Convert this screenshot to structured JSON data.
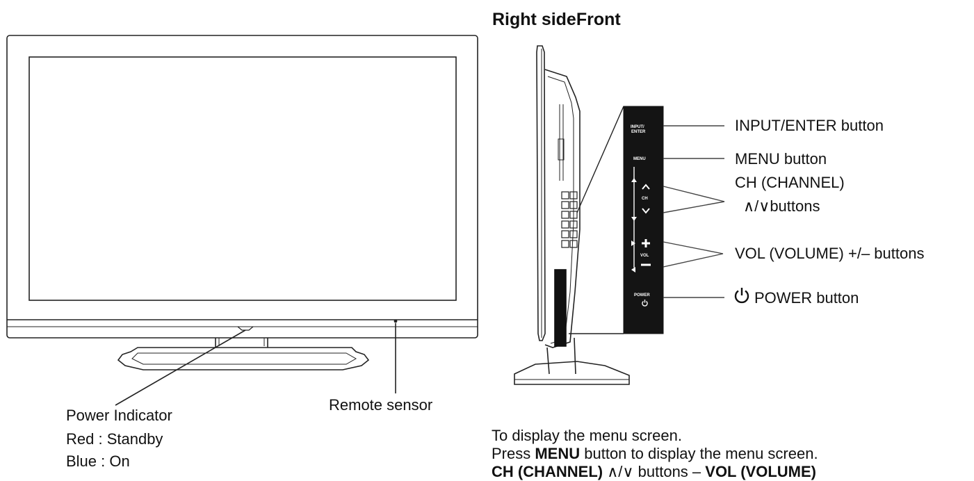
{
  "heading": "Right sideFront",
  "callouts": {
    "input_enter": "INPUT/ENTER button",
    "menu": "MENU button",
    "ch_line1": "CH (CHANNEL)",
    "ch_line2": "∧/∨buttons",
    "vol": "VOL (VOLUME) +/– buttons",
    "power": "POWER button"
  },
  "front_labels": {
    "power_indicator": "Power Indicator",
    "red": "Red : Standby",
    "blue": "Blue : On",
    "remote_sensor": "Remote sensor"
  },
  "panel": {
    "input_enter_line1": "INPUT/",
    "input_enter_line2": "ENTER",
    "menu": "MENU",
    "ch": "CH",
    "vol": "VOL",
    "power": "POWER"
  },
  "instructions": {
    "line1": "To display the menu screen.",
    "line2_pre": "Press ",
    "line2_bold": "MENU",
    "line2_post": " button to display the menu screen.",
    "line3_bold1": "CH (CHANNEL)",
    "line3_mid": " ∧/∨ buttons – ",
    "line3_bold2": "VOL (VOLUME)"
  },
  "icons": [
    "power-icon"
  ]
}
